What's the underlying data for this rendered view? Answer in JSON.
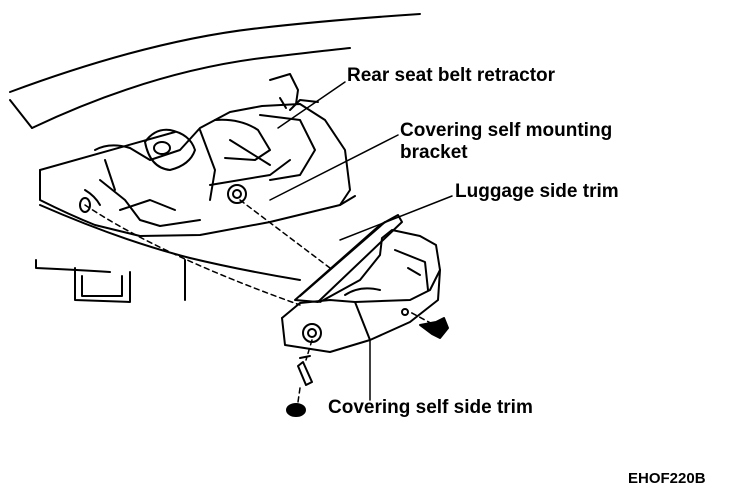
{
  "labels": {
    "rear_seat_belt_retractor": "Rear seat belt retractor",
    "covering_self_mounting_bracket_line1": "Covering self mounting",
    "covering_self_mounting_bracket_line2": "bracket",
    "luggage_side_trim": "Luggage side trim",
    "covering_self_side_trim": "Covering self side trim"
  },
  "figure_code": "EHOF220B",
  "colors": {
    "ink": "#000000",
    "paper": "#ffffff"
  }
}
